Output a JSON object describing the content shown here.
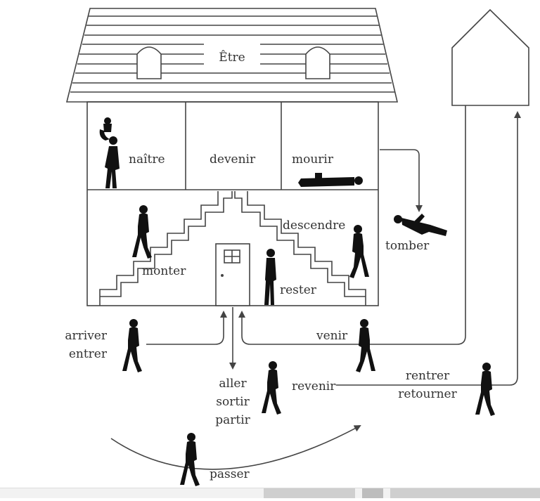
{
  "roof_label": "Être",
  "verbs": {
    "naitre": "naître",
    "devenir": "devenir",
    "mourir": "mourir",
    "descendre": "descendre",
    "tomber": "tomber",
    "monter": "monter",
    "rester": "rester",
    "arriver": "arriver",
    "entrer": "entrer",
    "venir": "venir",
    "aller": "aller",
    "sortir": "sortir",
    "partir": "partir",
    "revenir": "revenir",
    "rentrer": "rentrer",
    "retourner": "retourner",
    "passer": "passer"
  },
  "colors": {
    "ink": "#333333",
    "figure": "#111111",
    "paper": "#ffffff"
  }
}
